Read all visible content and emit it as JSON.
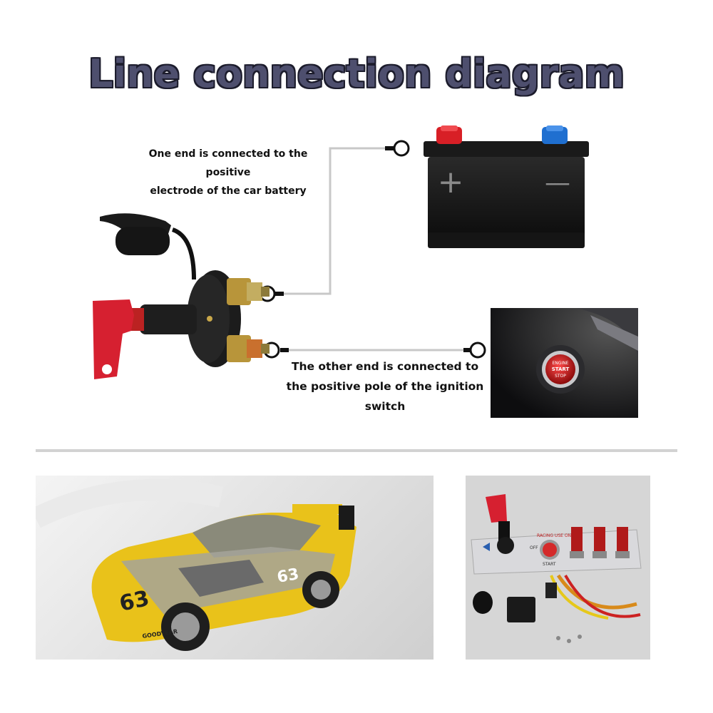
{
  "title": "Line connection diagram",
  "notes": {
    "positive_battery": [
      "One end is connected to the positive",
      "electrode of the car battery"
    ],
    "ignition_switch": [
      "The other end is connected to",
      "the positive pole of the ignition",
      "switch"
    ]
  },
  "battery": {
    "plus_symbol": "+",
    "minus_symbol": "—"
  },
  "start_button": {
    "line1": "ENGINE",
    "line2": "START",
    "line3": "STOP"
  },
  "race_car": {
    "number": "63",
    "sponsor": "GOODYEAR"
  },
  "panel": {
    "header": "RACING USE ONLY",
    "label_start": "START",
    "label_off": "OFF"
  },
  "colors": {
    "title_fill": "#4e4f6e",
    "key_red": "#d62030",
    "battery_red": "#d81f26",
    "battery_blue": "#1f6fd0",
    "wire": "#c8c8c8"
  }
}
